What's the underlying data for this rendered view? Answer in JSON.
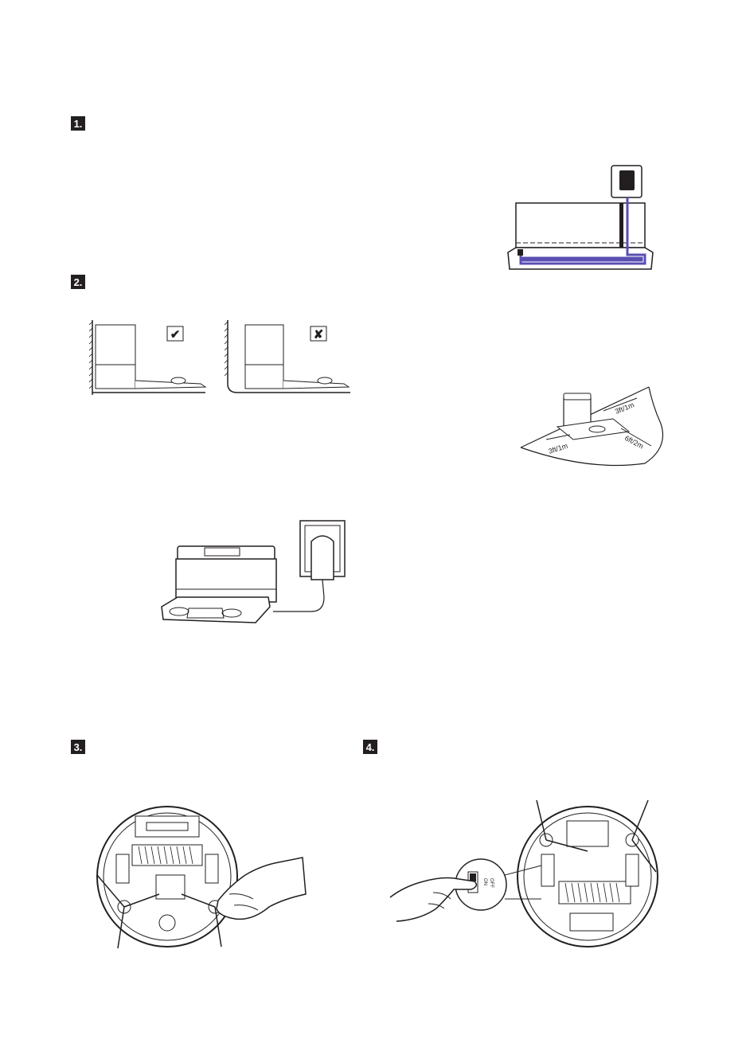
{
  "steps": [
    {
      "number": "1."
    },
    {
      "number": "2."
    },
    {
      "number": "3."
    },
    {
      "number": "4."
    }
  ],
  "placement_marks": {
    "correct": "✔",
    "wrong": "✘"
  },
  "clearance": {
    "side_left": "3ft/1m",
    "side_right": "3ft/1m",
    "front": "6ft/2m"
  },
  "switch_labels": {
    "on": "ON",
    "off": "OFF"
  },
  "colors": {
    "ink": "#231f20",
    "cable": "#5a4fb2"
  }
}
